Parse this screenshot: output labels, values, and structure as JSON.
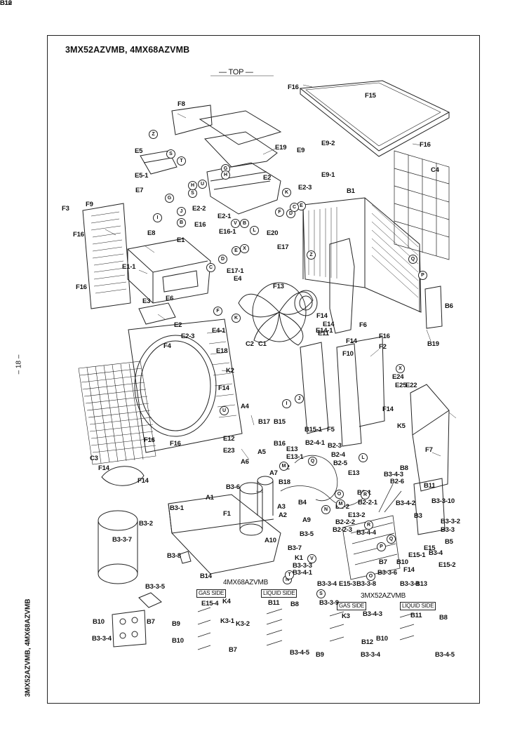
{
  "page": {
    "title": "3MX52AZVMB, 4MX68AZVMB",
    "page_number": "– 18 –",
    "side_model": "3MX52AZVMB, 4MX68AZVMB",
    "top_label": "— TOP —",
    "model_4mx": "4MX68AZVMB",
    "model_3mx": "3MX52AZVMB",
    "gas_side": "GAS SIDE",
    "liquid_side": "LIQUID SIDE"
  },
  "callouts": [
    "F16",
    "F15",
    "F16",
    "F8",
    "E19",
    "E9",
    "E9-2",
    "C4",
    "E5",
    "E2",
    "E9-1",
    "E5-1",
    "E2-3",
    "B1",
    "E7",
    "E2-2",
    "F9",
    "F3",
    "E2-1",
    "F16",
    "E8",
    "E16",
    "E16-1",
    "E20",
    "E1",
    "E17",
    "E1-1",
    "E17-1",
    "E4",
    "F13",
    "F16",
    "B6",
    "E3",
    "E6",
    "F14",
    "E2",
    "E14",
    "E2-3",
    "E4-1",
    "E14-1",
    "F6",
    "C2",
    "C1",
    "E11",
    "F4",
    "B19",
    "E18",
    "F14",
    "F16",
    "F2",
    "F10",
    "E24",
    "K2",
    "E25",
    "E22",
    "F14",
    "A4",
    "B17",
    "B15",
    "F14",
    "K5",
    "E12",
    "E23",
    "B15-1",
    "F5",
    "B16",
    "B2-4-1",
    "B2-3",
    "F16",
    "A5",
    "E13",
    "E13-1",
    "B2-4",
    "B2-5",
    "F16",
    "F7",
    "C3",
    "A6",
    "B2",
    "F14",
    "E13",
    "B8",
    "F14",
    "A7",
    "B18",
    "B2-1",
    "B2-6",
    "B3-4-3",
    "B11",
    "B3-6",
    "A1",
    "A3",
    "B2-2-1",
    "B3-4-2",
    "B3-3-10",
    "B3-1",
    "F1",
    "A2",
    "B4",
    "B2-2",
    "E13-2",
    "B3",
    "B3-2",
    "A9",
    "B2-2-2",
    "B3-3-2",
    "B3-5",
    "B2-2-3",
    "B3-4-4",
    "B3-3",
    "B3-3-7",
    "A10",
    "B5",
    "B3-7",
    "E15",
    "B3-8",
    "K1",
    "E15-1",
    "B3-4",
    "B3-3-3",
    "B7",
    "E15-2",
    "B14",
    "B10",
    "F14",
    "B3-4-1",
    "B3-3-4",
    "E15-3",
    "B3-3-8",
    "B3-3-6",
    "B3-3-1",
    "B13",
    "B3-3-9",
    "B3-3-5",
    "E15-4",
    "K4",
    "B11",
    "B8",
    "B10",
    "B7",
    "K3-2",
    "K3-1",
    "B3-3-4",
    "B9",
    "K3",
    "B3-4-3",
    "B11",
    "B8",
    "B10",
    "B7",
    "B3-4-5",
    "B12",
    "B10",
    "B9",
    "B3-3-4",
    "B3-4-5",
    "B12",
    "B10"
  ],
  "circle_markers": [
    "Z",
    "S",
    "G",
    "H",
    "T",
    "U",
    "S",
    "H",
    "K",
    "G",
    "E",
    "J",
    "F",
    "D",
    "I",
    "C",
    "B",
    "V",
    "B",
    "L",
    "X",
    "E",
    "C",
    "D",
    "Z",
    "Q",
    "F",
    "K",
    "P",
    "X",
    "U",
    "I",
    "J",
    "M",
    "Q",
    "L",
    "O",
    "N",
    "M",
    "R",
    "R",
    "Q",
    "P",
    "N",
    "V",
    "S",
    "T",
    "O"
  ]
}
